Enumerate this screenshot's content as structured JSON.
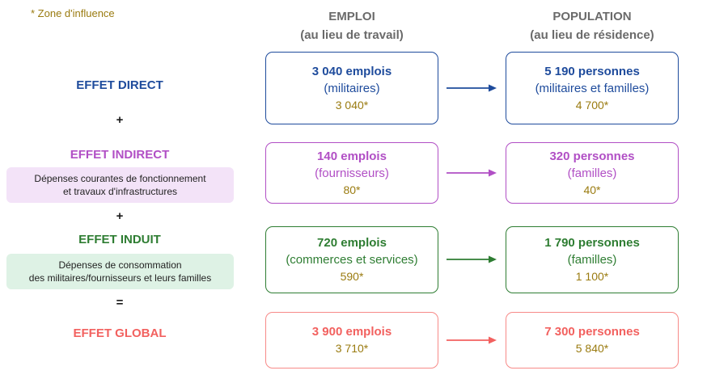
{
  "note": "* Zone d'influence",
  "headers": {
    "emploi": {
      "title": "EMPLOI",
      "subtitle": "(au lieu de travail)"
    },
    "population": {
      "title": "POPULATION",
      "subtitle": "(au lieu de résidence)"
    }
  },
  "rows": [
    {
      "label": "EFFET DIRECT",
      "emploi": [
        "3 040 emplois",
        "(militaires)",
        "3 040*"
      ],
      "population": [
        "5 190 personnes",
        "(militaires et familles)",
        "4 700*"
      ]
    },
    {
      "operator": "+",
      "label": "EFFET INDIRECT",
      "description": [
        "Dépenses courantes de fonctionnement",
        "et travaux d'infrastructures"
      ],
      "emploi": [
        "140 emplois",
        "(fournisseurs)",
        "80*"
      ],
      "population": [
        "320 personnes",
        "(familles)",
        "40*"
      ]
    },
    {
      "operator": "+",
      "label": "EFFET INDUIT",
      "description": [
        "Dépenses de consommation",
        "des militaires/fournisseurs et leurs familles"
      ],
      "emploi": [
        "720 emplois",
        "(commerces et services)",
        "590*"
      ],
      "population": [
        "1 790 personnes",
        "(familles)",
        "1 100*"
      ]
    },
    {
      "operator": "=",
      "label": "EFFET GLOBAL",
      "emploi": [
        "3 900 emplois",
        "3 710*"
      ],
      "population": [
        "7 300 personnes",
        "5 840*"
      ]
    }
  ],
  "colors": {
    "direct": "#1e4b9c",
    "indirect": "#b14fc5",
    "induit": "#2e7d32",
    "global": "#f2615f",
    "zone_values": "#9a7b10",
    "column_header": "#6a6a6a"
  },
  "icons": {
    "flow_arrow": "→"
  }
}
